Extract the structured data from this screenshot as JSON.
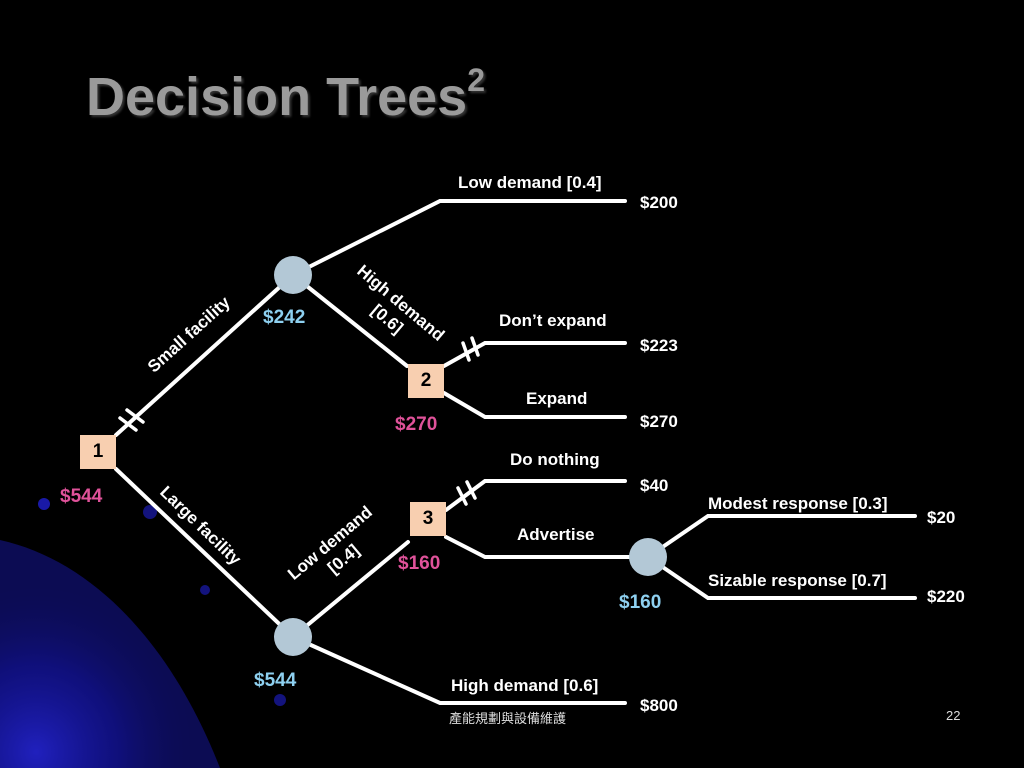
{
  "title": "Decision Trees",
  "title_sup": "2",
  "nodes": {
    "d1": "1",
    "d2": "2",
    "d3": "3"
  },
  "branches": {
    "small_facility": "Small facility",
    "large_facility": "Large facility",
    "high_demand_small_l1": "High demand",
    "high_demand_small_l2": "[0.6]",
    "low_demand_small": "Low demand [0.4]",
    "dont_expand": "Don’t expand",
    "expand": "Expand",
    "do_nothing": "Do nothing",
    "advertise": "Advertise",
    "low_demand_large_l1": "Low demand",
    "low_demand_large_l2": "[0.4]",
    "high_demand_large": "High demand [0.6]",
    "modest_response": "Modest response [0.3]",
    "sizable_response": "Sizable response [0.7]"
  },
  "payoffs": {
    "p200": "$200",
    "p223": "$223",
    "p270": "$270",
    "p40": "$40",
    "p20": "$20",
    "p220": "$220",
    "p800": "$800"
  },
  "expected_values": {
    "d1": "$544",
    "small_chance": "$242",
    "d2": "$270",
    "d3": "$160",
    "advertise_chance": "$160",
    "large_chance": "$544"
  },
  "footer": {
    "text": "產能規劃與設備維護",
    "page": "22"
  },
  "colors": {
    "background": "#000000",
    "title": "#9a9a9a",
    "decision_fill": "#f8cfb0",
    "chance_fill": "#b3c8d6",
    "ev_blue": "#8ed0f0",
    "ev_pink": "#e0529a"
  }
}
